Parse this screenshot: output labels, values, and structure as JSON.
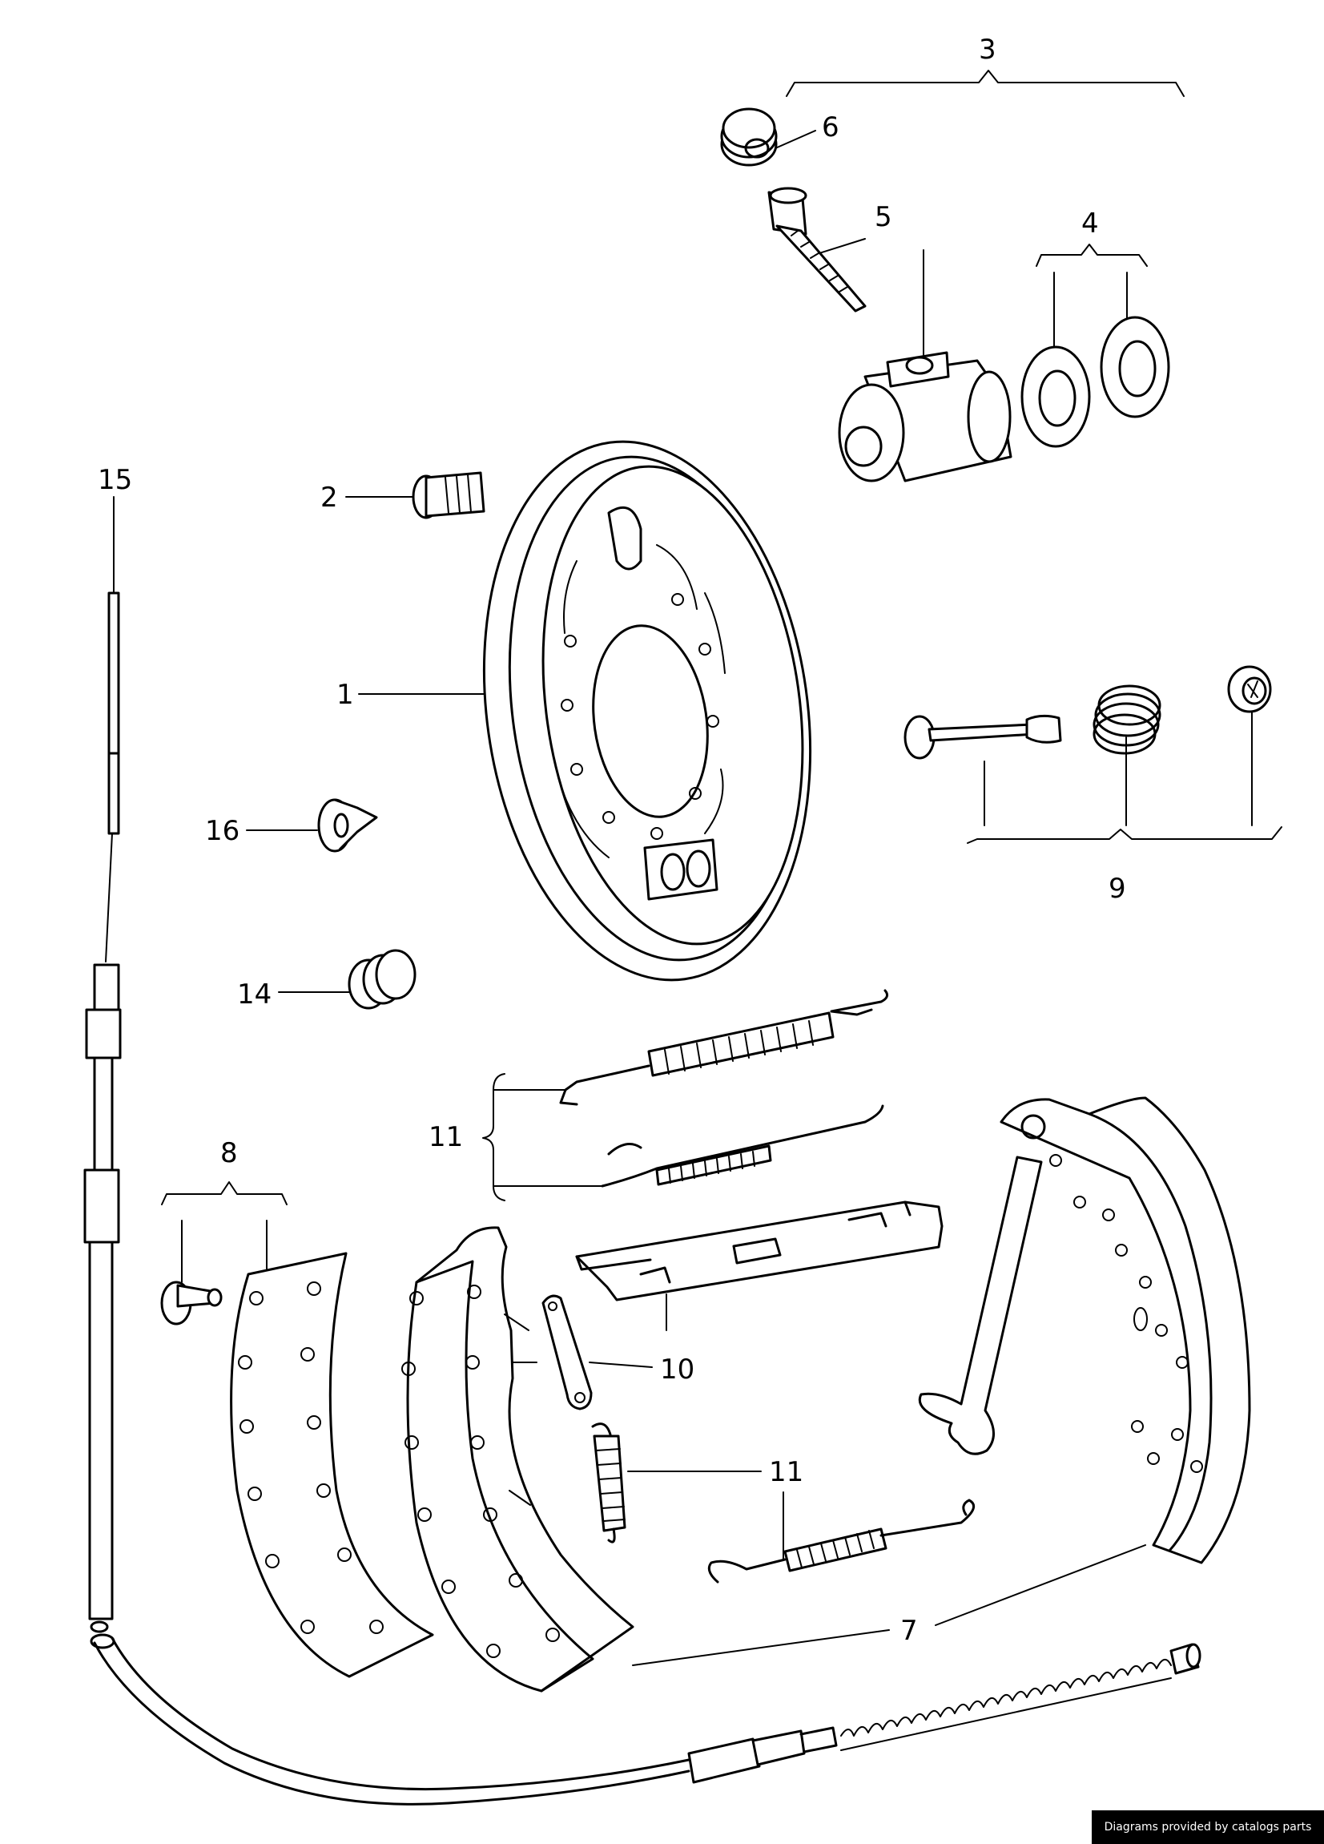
{
  "callouts": [
    {
      "id": "3",
      "label": "3"
    },
    {
      "id": "6",
      "label": "6"
    },
    {
      "id": "5",
      "label": "5"
    },
    {
      "id": "4",
      "label": "4"
    },
    {
      "id": "15",
      "label": "15"
    },
    {
      "id": "2",
      "label": "2"
    },
    {
      "id": "1",
      "label": "1"
    },
    {
      "id": "16",
      "label": "16"
    },
    {
      "id": "9",
      "label": "9"
    },
    {
      "id": "14",
      "label": "14"
    },
    {
      "id": "11a",
      "label": "11"
    },
    {
      "id": "8",
      "label": "8"
    },
    {
      "id": "10",
      "label": "10"
    },
    {
      "id": "11b",
      "label": "11"
    },
    {
      "id": "7",
      "label": "7"
    }
  ],
  "credit": "Diagrams provided by catalogs parts"
}
